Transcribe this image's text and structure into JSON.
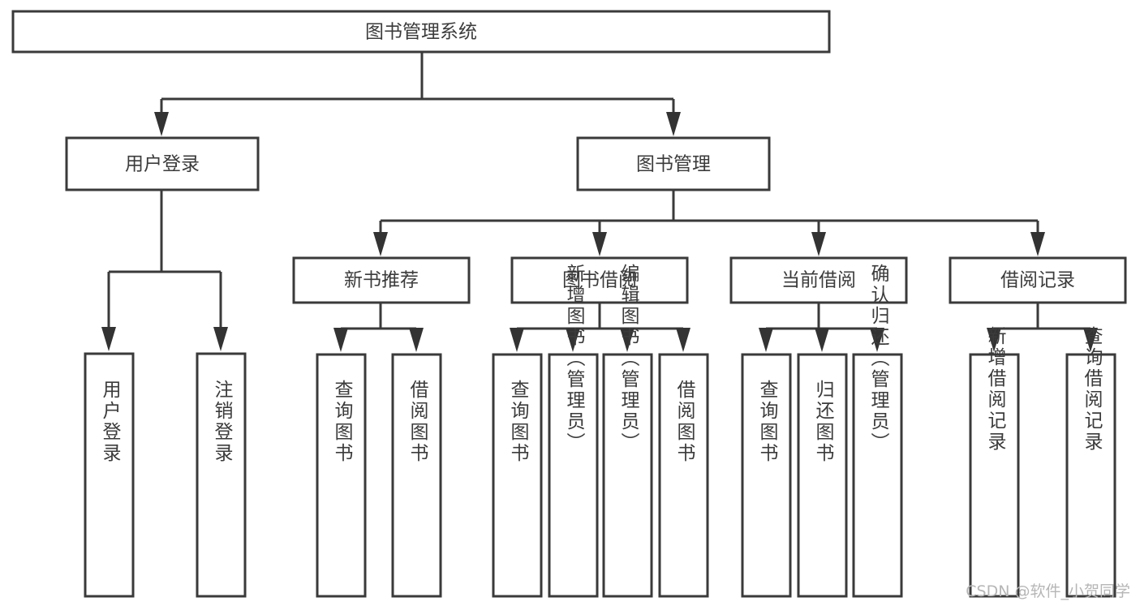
{
  "diagram": {
    "title": "图书管理系统",
    "watermark": "CSDN @软件_小贺同学",
    "colors": {
      "stroke": "#3a3a3a",
      "text": "#3b3b3b",
      "background": "#ffffff",
      "watermark": "#b6b6b6"
    },
    "root": {
      "label": "图书管理系统"
    },
    "level2": [
      {
        "label": "用户登录"
      },
      {
        "label": "图书管理"
      }
    ],
    "level3": [
      {
        "label": "新书推荐"
      },
      {
        "label": "图书借阅"
      },
      {
        "label": "当前借阅"
      },
      {
        "label": "借阅记录"
      }
    ],
    "leaves": {
      "user_login": [
        {
          "label": "用户登录"
        },
        {
          "label": "注销登录"
        }
      ],
      "new_book_recommend": [
        {
          "label": "查询图书"
        },
        {
          "label": "借阅图书"
        }
      ],
      "book_borrow": [
        {
          "label": "查询图书"
        },
        {
          "label": "新增图书（管理员）"
        },
        {
          "label": "编辑图书（管理员）"
        },
        {
          "label": "借阅图书"
        }
      ],
      "current_borrow": [
        {
          "label": "查询图书"
        },
        {
          "label": "归还图书"
        },
        {
          "label": "确认归还（管理员）"
        }
      ],
      "borrow_record": [
        {
          "label": "新增借阅记录"
        },
        {
          "label": "查询借阅记录"
        }
      ]
    }
  }
}
